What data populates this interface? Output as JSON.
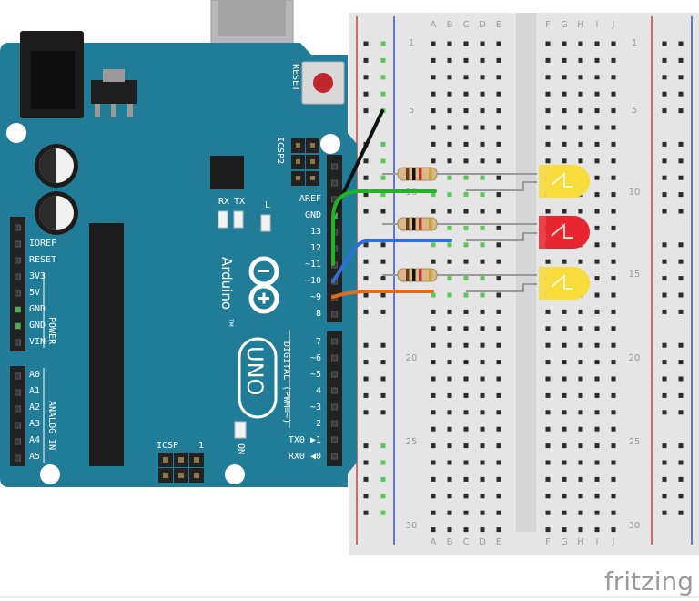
{
  "watermark": "fritzing",
  "arduino": {
    "brand": "Arduino",
    "model": "UNO",
    "reset_label": "RESET",
    "icsp2_label": "ICSP2",
    "icsp_label": "ICSP",
    "icsp_pin1": "1",
    "on_label": "ON",
    "tx_label": "TX",
    "rx_label": "RX",
    "l_label": "L",
    "tm": "TM",
    "digital_header_label": "DIGITAL (PWM=~)",
    "power_label": "POWER",
    "analog_label": "ANALOG IN",
    "digital_pins_top": [
      "AREF",
      "GND",
      "13",
      "12",
      "~11",
      "~10",
      "~9",
      "8"
    ],
    "digital_pins_bottom": [
      "7",
      "~6",
      "~5",
      "4",
      "~3",
      "2",
      "TX0 ▶1",
      "RX0 ◀0"
    ],
    "power_pins": [
      "IOREF",
      "RESET",
      "3V3",
      "5V",
      "GND",
      "GND",
      "VIN"
    ],
    "analog_pins": [
      "A0",
      "A1",
      "A2",
      "A3",
      "A4",
      "A5"
    ],
    "colors": {
      "board": "#217d97",
      "silk": "#ffffff",
      "header": "#222222"
    }
  },
  "breadboard": {
    "columns_left": [
      "A",
      "B",
      "C",
      "D",
      "E"
    ],
    "columns_right": [
      "F",
      "G",
      "H",
      "I",
      "J"
    ],
    "row_numbers": [
      "1",
      "5",
      "10",
      "15",
      "20",
      "25",
      "30"
    ],
    "colors": {
      "body": "#e3e3e3",
      "hole": "#2b2b2b",
      "rail_red": "#d04040",
      "rail_blue": "#3a4fc8",
      "active": "#59c859"
    }
  },
  "components": {
    "leds": [
      {
        "color_name": "yellow",
        "color": "#f7dc3c"
      },
      {
        "color_name": "red",
        "color": "#e8262f"
      },
      {
        "color_name": "yellow",
        "color": "#f7dc3c"
      }
    ],
    "resistor_count": 3
  },
  "wires": [
    {
      "pin": "GND",
      "color": "#111111"
    },
    {
      "pin": "~11",
      "color": "#23b426"
    },
    {
      "pin": "~10",
      "color": "#2f6fd6"
    },
    {
      "pin": "~9",
      "color": "#e16c1e"
    }
  ]
}
